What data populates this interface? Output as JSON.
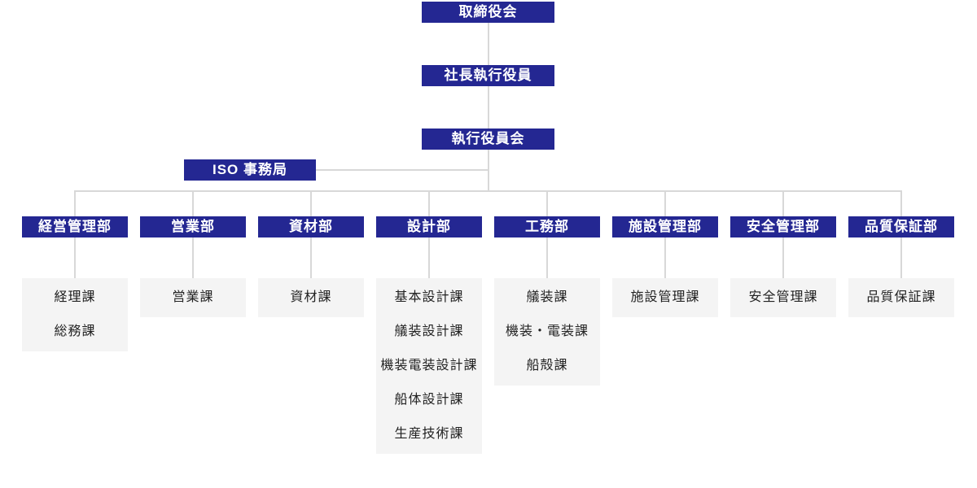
{
  "colors": {
    "box_blue": "#242792",
    "box_gray": "#f4f4f4",
    "line_gray": "#d8d8d8",
    "text_white": "#ffffff",
    "text_dark": "#222222",
    "background": "#ffffff"
  },
  "org": {
    "top_chain": [
      {
        "label": "取締役会"
      },
      {
        "label": "社長執行役員"
      },
      {
        "label": "執行役員会"
      }
    ],
    "staff_node": {
      "label": "ISO 事務局"
    },
    "departments": [
      {
        "label": "経営管理部",
        "sections": [
          "経理課",
          "総務課"
        ]
      },
      {
        "label": "営業部",
        "sections": [
          "営業課"
        ]
      },
      {
        "label": "資材部",
        "sections": [
          "資材課"
        ]
      },
      {
        "label": "設計部",
        "sections": [
          "基本設計課",
          "艤装設計課",
          "機装電装設計課",
          "船体設計課",
          "生産技術課"
        ]
      },
      {
        "label": "工務部",
        "sections": [
          "艤装課",
          "機装・電装課",
          "船殻課"
        ]
      },
      {
        "label": "施設管理部",
        "sections": [
          "施設管理課"
        ]
      },
      {
        "label": "安全管理部",
        "sections": [
          "安全管理課"
        ]
      },
      {
        "label": "品質保証部",
        "sections": [
          "品質保証課"
        ]
      }
    ]
  }
}
